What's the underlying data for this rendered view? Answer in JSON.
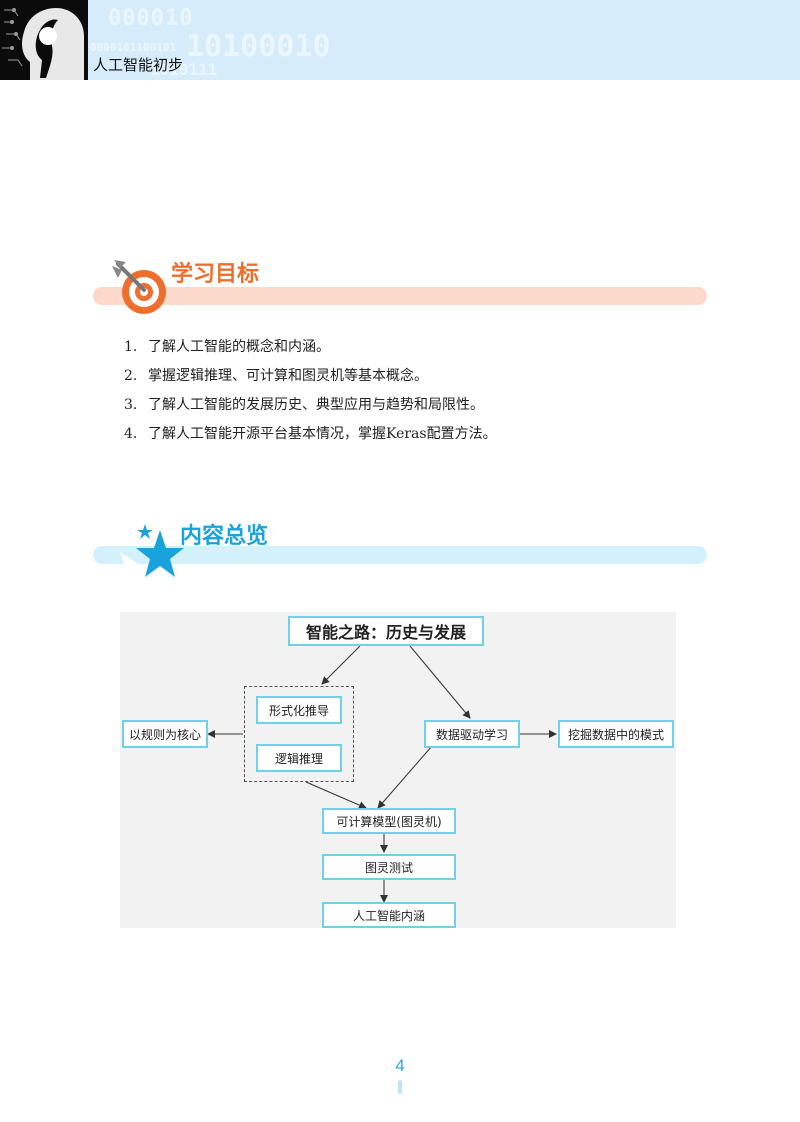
{
  "header": {
    "title": "人工智能初步",
    "binary": [
      "000010",
      "0000101100101",
      "10100010",
      "1010111"
    ]
  },
  "section_objectives": {
    "title": "学习目标",
    "items": [
      {
        "num": "1.",
        "text": "了解人工智能的概念和内涵。"
      },
      {
        "num": "2.",
        "text": "掌握逻辑推理、可计算和图灵机等基本概念。"
      },
      {
        "num": "3.",
        "text": "了解人工智能的发展历史、典型应用与趋势和局限性。"
      },
      {
        "num": "4.",
        "text": "了解人工智能开源平台基本情况，掌握Keras配置方法。"
      }
    ]
  },
  "section_overview": {
    "title": "内容总览"
  },
  "diagram": {
    "nodes": {
      "title": "智能之路：历史与发展",
      "formal": "形式化推导",
      "logic": "逻辑推理",
      "rules": "以规则为核心",
      "data_learning": "数据驱动学习",
      "mining": "挖掘数据中的模式",
      "computable": "可计算模型(图灵机)",
      "turing_test": "图灵测试",
      "ai_meaning": "人工智能内涵"
    }
  },
  "page_number": "4",
  "colors": {
    "header_bg": "#d6ecfb",
    "objectives_accent": "#ee6f2d",
    "overview_accent": "#1aa2dc",
    "node_border": "#6fd0e6"
  }
}
